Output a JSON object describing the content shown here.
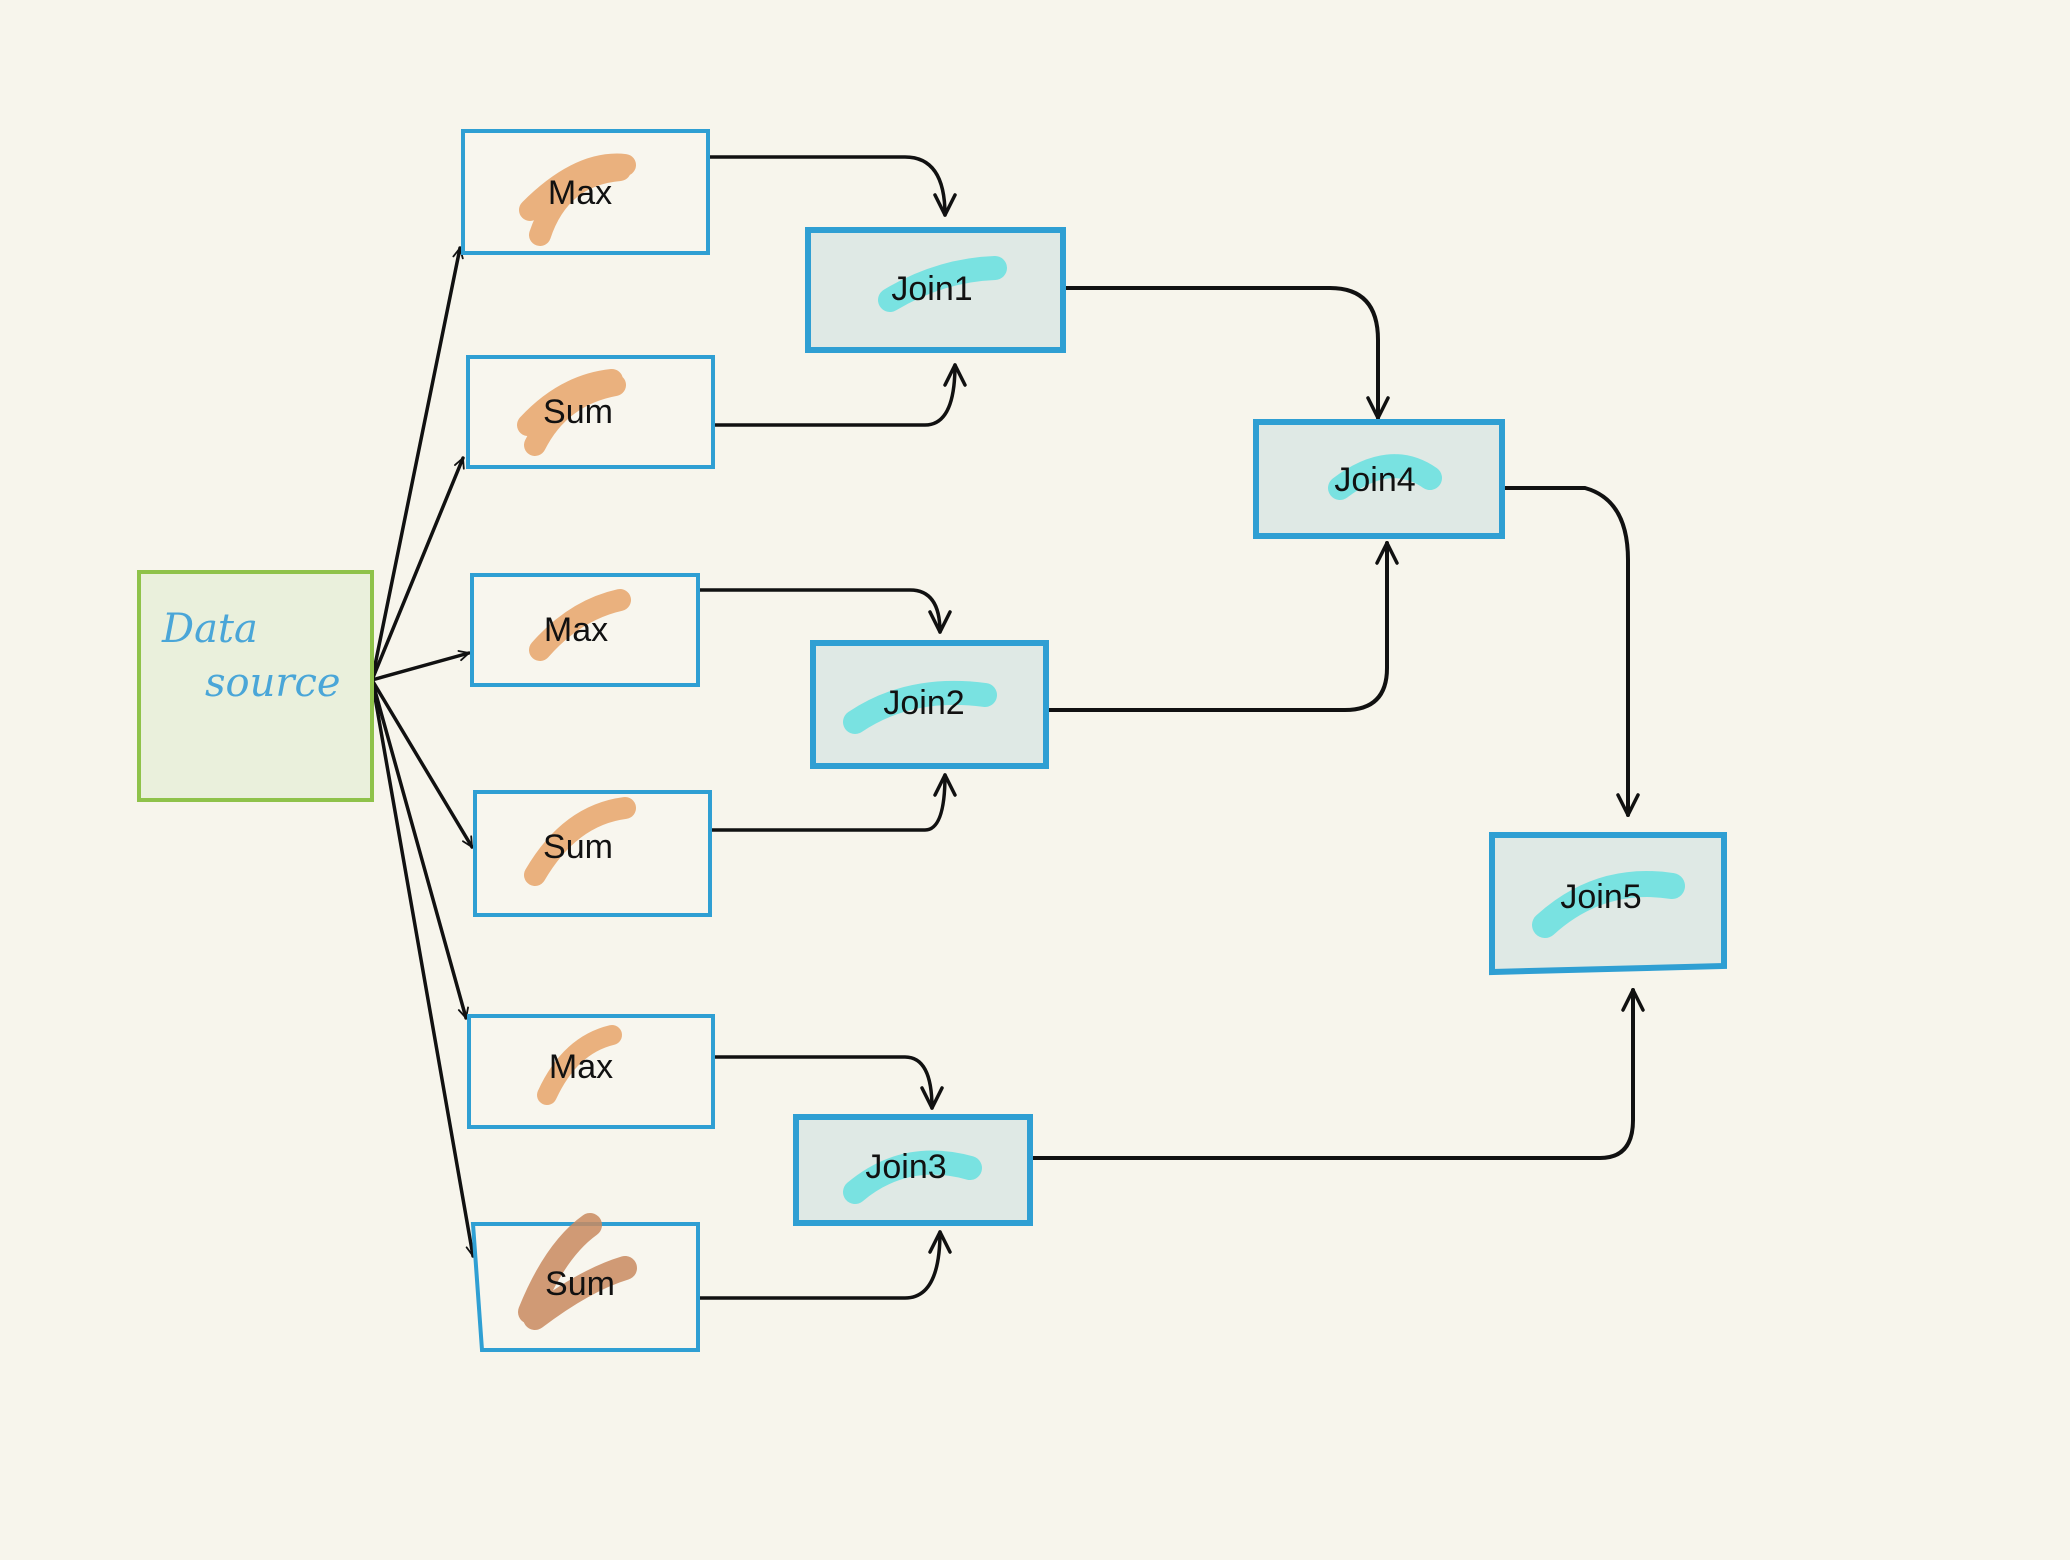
{
  "colors": {
    "background": "#f7f5ec",
    "source_border": "#8fc24a",
    "source_fill": "#eaf0dc",
    "node_border": "#2f9fd3",
    "agg_fill": "#f8f6ee",
    "join_fill": "#dfe9e5",
    "orange_highlight": "#e8a46a",
    "cyan_highlight": "#5fe0e0",
    "arrow": "#111111",
    "handwriting": "#4aa6d8"
  },
  "source": {
    "label_line1": "Data",
    "label_line2": "source"
  },
  "aggregators": [
    {
      "id": "agg1",
      "label": "Max"
    },
    {
      "id": "agg2",
      "label": "Sum"
    },
    {
      "id": "agg3",
      "label": "Max"
    },
    {
      "id": "agg4",
      "label": "Sum"
    },
    {
      "id": "agg5",
      "label": "Max"
    },
    {
      "id": "agg6",
      "label": "Sum"
    }
  ],
  "joins": [
    {
      "id": "join1",
      "label": "Join1"
    },
    {
      "id": "join2",
      "label": "Join2"
    },
    {
      "id": "join3",
      "label": "Join3"
    },
    {
      "id": "join4",
      "label": "Join4"
    },
    {
      "id": "join5",
      "label": "Join5"
    }
  ],
  "edges": [
    {
      "from": "source",
      "to": "agg1"
    },
    {
      "from": "source",
      "to": "agg2"
    },
    {
      "from": "source",
      "to": "agg3"
    },
    {
      "from": "source",
      "to": "agg4"
    },
    {
      "from": "source",
      "to": "agg5"
    },
    {
      "from": "source",
      "to": "agg6"
    },
    {
      "from": "agg1",
      "to": "join1"
    },
    {
      "from": "agg2",
      "to": "join1"
    },
    {
      "from": "agg3",
      "to": "join2"
    },
    {
      "from": "agg4",
      "to": "join2"
    },
    {
      "from": "agg5",
      "to": "join3"
    },
    {
      "from": "agg6",
      "to": "join3"
    },
    {
      "from": "join1",
      "to": "join4"
    },
    {
      "from": "join2",
      "to": "join4"
    },
    {
      "from": "join4",
      "to": "join5"
    },
    {
      "from": "join3",
      "to": "join5"
    }
  ]
}
